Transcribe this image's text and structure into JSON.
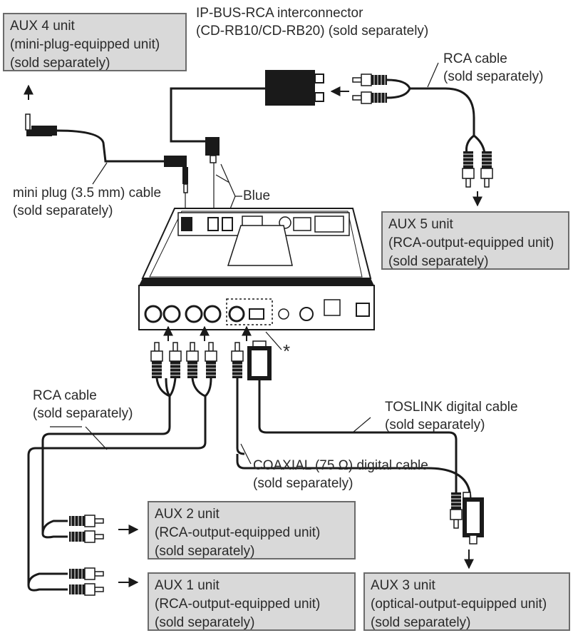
{
  "interconnector": {
    "line1": "IP-BUS-RCA interconnector",
    "line2": "(CD-RB10/CD-RB20) (sold separately)"
  },
  "aux4": {
    "line1": "AUX 4 unit",
    "line2": "(mini-plug-equipped unit)",
    "line3": "(sold separately)"
  },
  "aux5": {
    "line1": "AUX 5 unit",
    "line2": "(RCA-output-equipped unit)",
    "line3": "(sold separately)"
  },
  "aux2": {
    "line1": "AUX 2 unit",
    "line2": "(RCA-output-equipped unit)",
    "line3": "(sold separately)"
  },
  "aux1": {
    "line1": "AUX 1 unit",
    "line2": "(RCA-output-equipped unit)",
    "line3": "(sold separately)"
  },
  "aux3": {
    "line1": "AUX 3 unit",
    "line2": "(optical-output-equipped unit)",
    "line3": "(sold separately)"
  },
  "rca_cable_top": {
    "line1": "RCA cable",
    "line2": "(sold separately)"
  },
  "rca_cable_left": {
    "line1": "RCA cable",
    "line2": "(sold separately)"
  },
  "mini_plug_cable": {
    "line1": "mini plug (3.5 mm) cable",
    "line2": "(sold separately)"
  },
  "toslink": {
    "line1": "TOSLINK digital cable",
    "line2": "(sold separately)"
  },
  "coaxial": {
    "line1": "COAXIAL (75 Ω) digital cable",
    "line2": "(sold separately)"
  },
  "blue_label": "Blue",
  "asterisk": "*",
  "colors": {
    "box_fill": "#d9d9d9",
    "box_border": "#6b6b6b",
    "cable": "#1a1a1a"
  }
}
